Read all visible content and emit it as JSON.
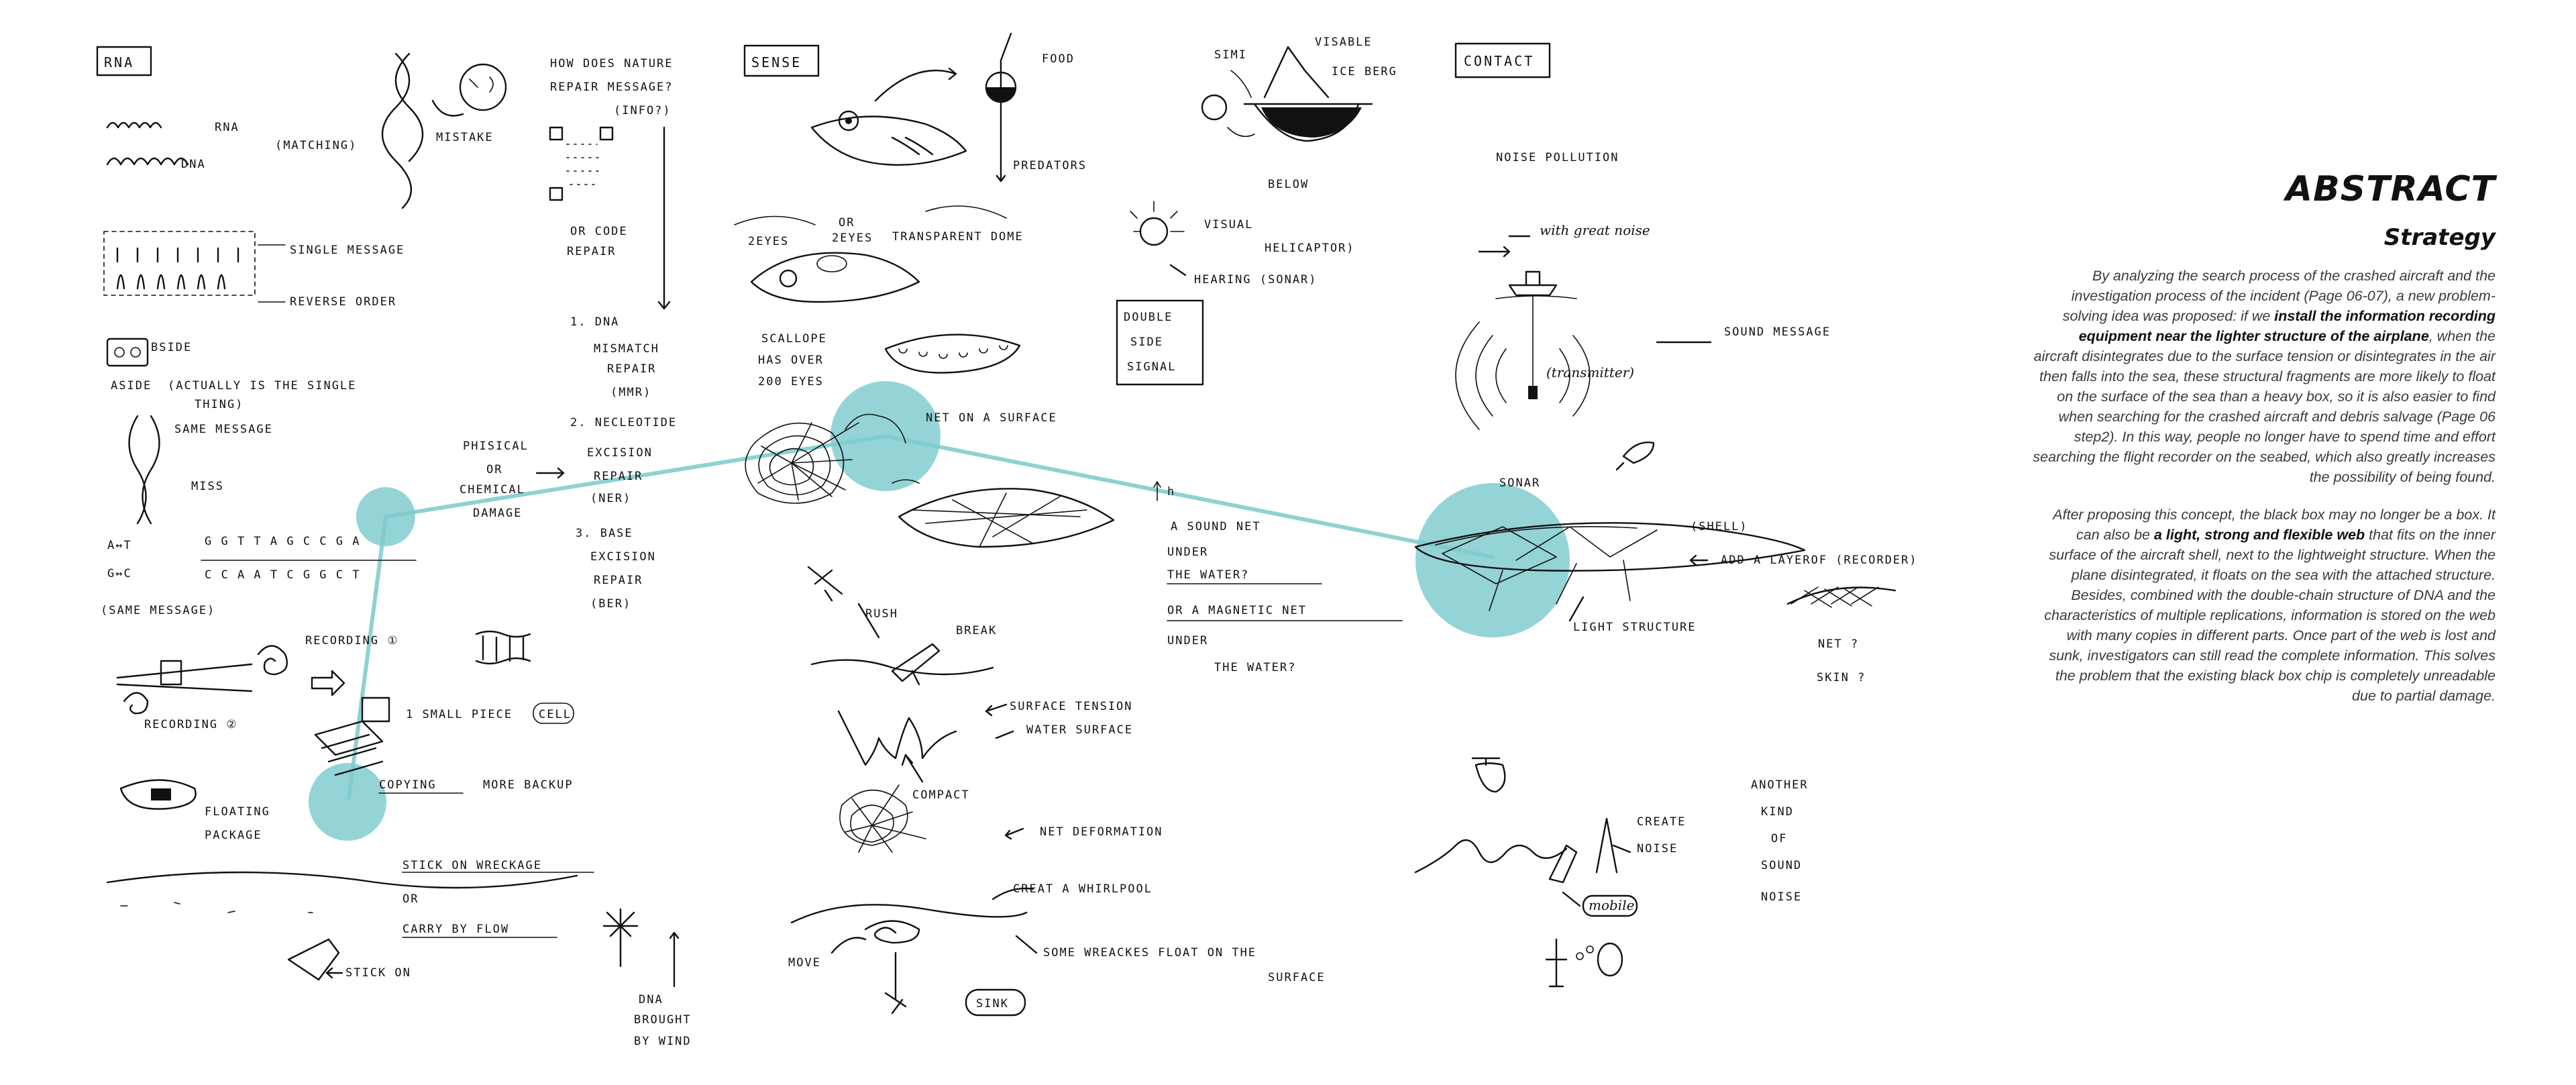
{
  "abstract": {
    "title": "ABSTRACT",
    "subtitle": "Strategy",
    "p1_a": "By analyzing the search process of the crashed aircraft and the investigation process of the incident (Page 06-07), a new problem-solving idea was proposed: if we ",
    "p1_b": "install the information recording equipment near the lighter structure of the airplane",
    "p1_c": ", when the aircraft disintegrates due to the surface tension or disintegrates in the air then falls into the sea, these structural fragments are more likely to float on the surface of the sea than a heavy box, so it is also easier to find when searching for the crashed aircraft and debris salvage (Page 06 step2). In this way, people no longer have to spend time and effort searching the flight recorder on the seabed, which also greatly increases the possibility of being found.",
    "p2_a": "After proposing this concept, the black box may no longer be a box. It can also be ",
    "p2_b": "a light, strong and flexible web",
    "p2_c": " that fits on the inner surface of the aircraft shell, next to the lightweight structure. When the plane disintegrated, it floats on the sea with the attached structure.",
    "p2_d": "Besides, combined with the double-chain structure of DNA and the characteristics of multiple replications, information is stored on the web with many copies in different parts. Once part of the web is lost and sunk, investigators can still read the complete information. This solves the problem that the existing black box chip is completely unreadable due to partial damage."
  },
  "sketch": {
    "rna_box": "RNA",
    "sense_box": "SENSE",
    "contact_box": "CONTACT",
    "rna": "RNA",
    "dna": "DNA",
    "matching": "(MATCHING)",
    "mistake": "MISTAKE",
    "single_message": "SINGLE MESSAGE",
    "reverse_order": "REVERSE ORDER",
    "bside": "BSIDE",
    "aside": "ASIDE",
    "actually_1": "(ACTUALLY IS THE SINGLE",
    "actually_2": "THING)",
    "same_message": "SAME MESSAGE",
    "miss": "MISS",
    "at": "A↔T",
    "gc": "G↔C",
    "seq_top": "G G T T A G C C G A",
    "seq_bottom": "C C A A T C G G C T",
    "same_message_paren": "(SAME MESSAGE)",
    "recording_1": "RECORDING ①",
    "recording_2": "RECORDING ②",
    "small_piece": "1 SMALL PIECE",
    "cell": "CELL",
    "copying": "COPYING",
    "more_backup": "MORE BACKUP",
    "floating": "FLOATING",
    "package": "PACKAGE",
    "stick_on_wreckage": "STICK ON WRECKAGE",
    "or_1": "OR",
    "carry_by_flow": "CARRY BY FLOW",
    "stick_on": "STICK ON",
    "dna_brought": "DNA",
    "brought": "BROUGHT",
    "by_wind": "BY WIND",
    "physical": "PHISICAL",
    "or_2": "OR",
    "chemical": "CHEMICAL",
    "damage": "DAMAGE",
    "nature_q1": "HOW DOES NATURE",
    "nature_q2": "REPAIR MESSAGE?",
    "nature_q3": "(INFO?)",
    "qr_1": "OR CODE",
    "qr_2": "REPAIR",
    "r1_a": "1.  DNA",
    "r1_b": "MISMATCH",
    "r1_c": "REPAIR",
    "r1_d": "(MMR)",
    "r2_a": "2.  NECLEOTIDE",
    "r2_b": "EXCISION",
    "r2_c": "REPAIR",
    "r2_d": "(NER)",
    "r3_a": "3. BASE",
    "r3_b": "EXCISION",
    "r3_c": "REPAIR",
    "r3_d": "(BER)",
    "food": "FOOD",
    "predators": "PREDATORS",
    "or_3": "OR",
    "two_eyes_a": "2EYES",
    "two_eyes_b": "2EYES",
    "transparent_dome": "TRANSPARENT DOME",
    "scallope": "SCALLOPE",
    "has_over": "HAS OVER",
    "eyes_200": "200 EYES",
    "net_on_surface": "NET ON A SURFACE",
    "sound_net": "A SOUND NET",
    "under": "UNDER",
    "the_water_q": "THE WATER?",
    "magnetic_net": "OR A MAGNETIC NET",
    "under_2": "UNDER",
    "the_water_q2": "THE WATER?",
    "h": "h",
    "rush": "RUSH",
    "break": "BREAK",
    "surface_tension": "SURFACE TENSION",
    "water_surface": "WATER SURFACE",
    "compact": "COMPACT",
    "net_deformation": "NET DEFORMATION",
    "creat_whirlpool": "CREAT A WHIRLPOOL",
    "move": "MOVE",
    "wreackes_1": "SOME WREACKES FLOAT ON THE",
    "wreackes_2": "SURFACE",
    "sink": "SINK",
    "simi": "SIMI",
    "visable": "VISABLE",
    "ice_berg": "ICE BERG",
    "below": "BELOW",
    "visual": "VISUAL",
    "helicaptor": "HELICAPTOR)",
    "hearing": "HEARING (SONAR)",
    "double": "DOUBLE",
    "side": "SIDE",
    "signal": "SIGNAL",
    "noise_pollution": "NOISE POLLUTION",
    "with_great_noise": "with great noise",
    "sound_message": "SOUND MESSAGE",
    "transmitter": "(transmitter)",
    "sonar": "SONAR",
    "shell": "(SHELL)",
    "add_layer": "ADD A LAYEROF (RECORDER)",
    "light_structure": "LIGHT STRUCTURE",
    "net_q": "NET ?",
    "skin_q": "SKIN ?",
    "another": "ANOTHER",
    "kind": "KIND",
    "of": "OF",
    "sound": "SOUND",
    "noise": "NOISE",
    "create": "CREATE",
    "noise_2": "NOISE",
    "mobile": "mobile"
  }
}
